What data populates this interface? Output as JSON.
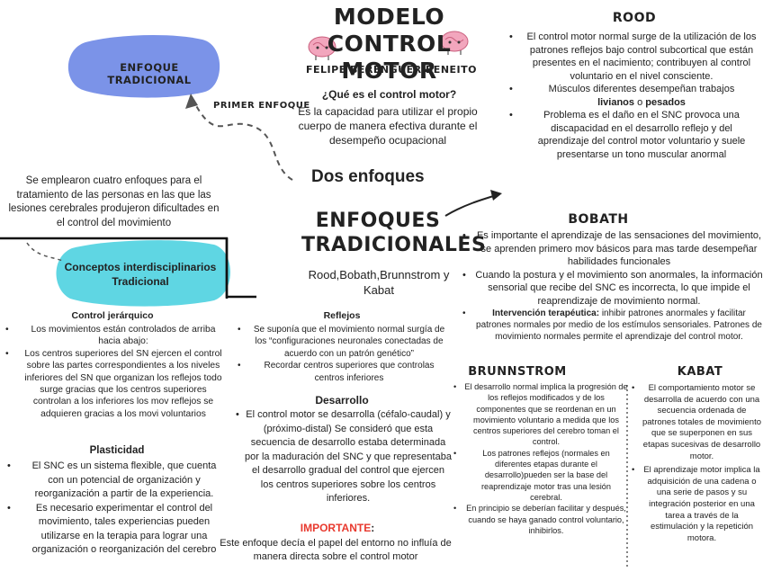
{
  "title": {
    "line1": "MODELO CONTROL",
    "line2": "MOTOR",
    "author": "FELIPE BERENGUER BENEITO"
  },
  "definition": {
    "question": "¿Qué es el control motor?",
    "answer": "Es la capacidad para utilizar el propio cuerpo de manera efectiva durante el desempeño ocupacional"
  },
  "traditional": {
    "bubble": "ENFOQUE TRADICIONAL",
    "arrow_label": "PRIMER ENFOQUE",
    "description": "Se emplearon cuatro enfoques para el tratamiento de las personas en las que las lesiones cerebrales produjeron dificultades en el control del movimiento"
  },
  "center": {
    "dos": "Dos enfoques",
    "heading1": "ENFOQUES",
    "heading2": "TRADICIONALES",
    "authors": "Rood,Bobath,Brunnstrom y Kabat"
  },
  "concepts_bubble": "Conceptos interdisciplinarios Tradicional",
  "rood": {
    "title": "ROOD",
    "items": [
      "El control motor normal surge de la utilización de los patrones reflejos bajo control subcortical que están presentes en el nacimiento; contribuyen al control voluntario en el nivel consciente.",
      "Músculos diferentes desempeñan trabajos",
      "Problema es el daño en el SNC provoca una discapacidad en el desarrollo reflejo y del aprendizaje del control motor voluntario y suele presentarse un tono muscular anormal"
    ],
    "livianos": "livianos",
    "o": "o",
    "pesados": "pesados"
  },
  "bobath": {
    "title": "BOBATH",
    "items": [
      "Es importante el aprendizaje de las sensaciones del movimiento, se aprenden primero mov básicos para mas tarde desempeñar habilidades funcionales",
      "Cuando la postura y el movimiento son anormales, la información sensorial que recibe del SNC es incorrecta, lo que impide el reaprendizaje de movimiento normal."
    ],
    "intervention_label": "Intervención terapéutica:",
    "intervention_text": "inhibir patrones anormales y facilitar patrones normales por medio de los estímulos sensoriales. Patrones de movimiento normales permite el aprendizaje del control motor."
  },
  "brunnstrom": {
    "title": "BRUNNSTROM",
    "items": [
      "El desarrollo normal implica la progresión de los reflejos modificados y de los componentes que se reordenan en un movimiento voluntario a medida que los centros superiores del cerebro toman el control.",
      "Los patrones reflejos (normales en diferentes etapas durante el desarrollo)pueden ser la base del reaprendizaje motor tras una lesión cerebral.",
      "En principio se deberían facilitar y después, cuando se haya ganado control voluntario, inhibirlos."
    ]
  },
  "kabat": {
    "title": "KABAT",
    "items": [
      "El comportamiento motor se desarrolla de acuerdo con una secuencia ordenada de patrones totales de movimiento que se superponen en sus etapas sucesivas de desarrollo motor.",
      "El aprendizaje motor implica la adquisición de una cadena o una serie de pasos y su integración posterior en una tarea a través de la estimulación y la repetición motora."
    ]
  },
  "control_jerarquico": {
    "title": "Control jerárquico",
    "items": [
      "Los movimientos están controlados de arriba hacia abajo:",
      "Los centros superiores del SN ejercen el control sobre las partes correspondientes a los niveles inferiores del SN que organizan los reflejos todo surge gracias que los centros superiores controlan a los inferiores los mov reflejos se adquieren gracias a los movi voluntarios"
    ]
  },
  "plasticidad": {
    "title": "Plasticidad",
    "items": [
      "El SNC es un sistema flexible, que cuenta con un potencial de organización y reorganización a partir de la experiencia.",
      "Es necesario experimentar el control del movimiento, tales experiencias pueden utilizarse en la terapia para lograr una organización o reorganización del cerebro"
    ]
  },
  "reflejos": {
    "title": "Reflejos",
    "items": [
      "Se suponía que el movimiento normal surgía de los “configuraciones neuronales conectadas de acuerdo con un patrón genético”",
      "Recordar centros superiores que controlas centros inferiores"
    ]
  },
  "desarrollo": {
    "title": "Desarrollo",
    "text": "El control motor se desarrolla (céfalo-caudal) y (próximo-distal) Se consideró que esta secuencia de desarrollo estaba determinada por la maduración del SNC y que representaba el desarrollo gradual del control que ejercen los centros superiores sobre los centros inferiores."
  },
  "importante": {
    "label": "IMPORTANTE",
    "colon": ":",
    "text": "Este enfoque decía el papel del entorno no influía de manera directa sobre el control motor"
  },
  "colors": {
    "blue_bubble": "#7b93e8",
    "cyan_bubble": "#5fd6e3",
    "important": "#e8392e",
    "brain": "#f2a6bd"
  },
  "icons": [
    "brain-icon",
    "brain-icon",
    "arrow-icon"
  ]
}
